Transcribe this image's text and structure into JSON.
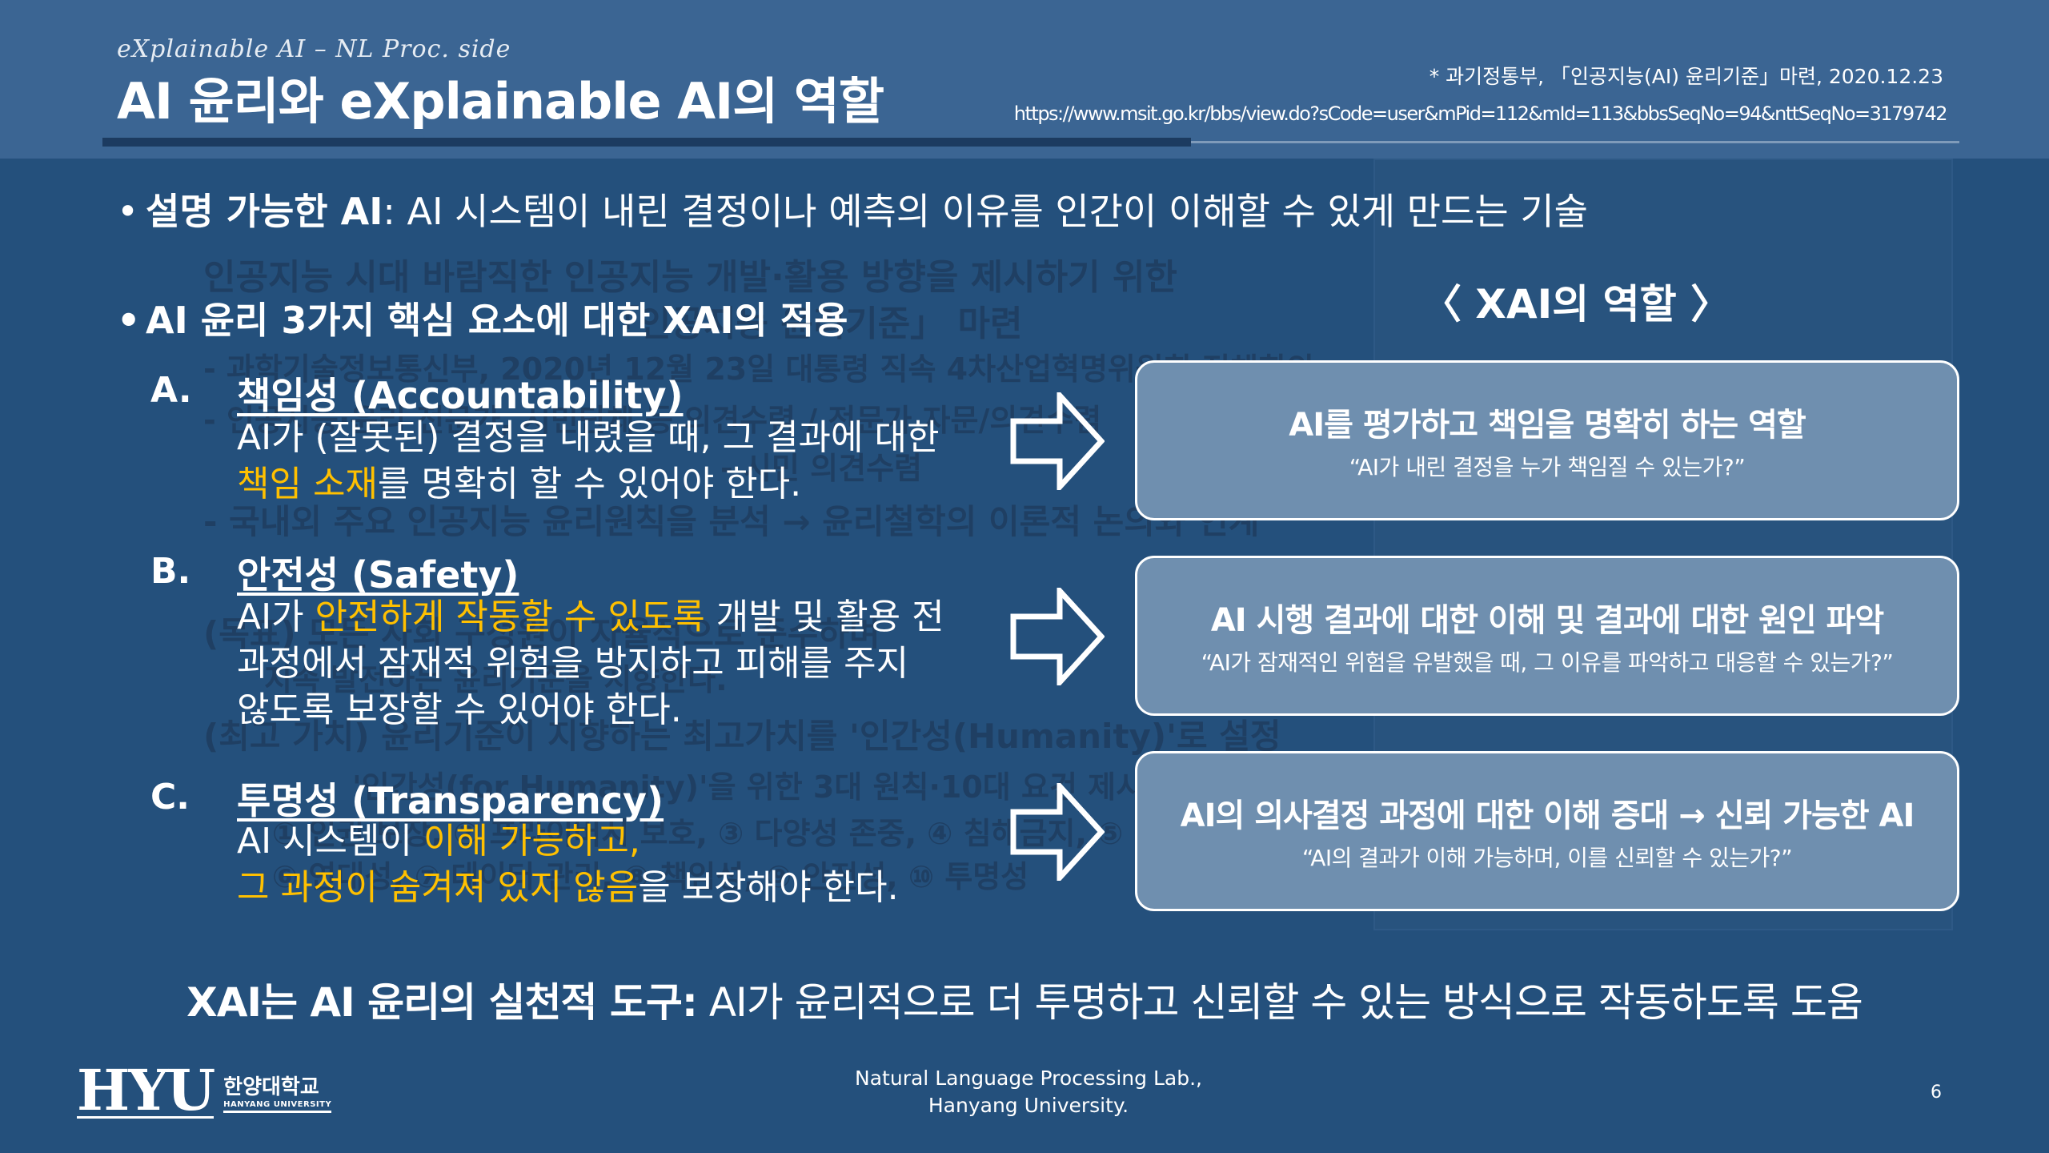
{
  "header": {
    "subtitle": "eXplainable AI – NL Proc. side",
    "title": "AI 윤리와 eXplainable AI의 역할",
    "source_note": "* 과기정통부, 「인공지능(AI) 윤리기준」마련, 2020.12.23",
    "source_url": "https://www.msit.go.kr/bbs/view.do?sCode=user&mPid=112&mId=113&bbsSeqNo=94&nttSeqNo=3179742"
  },
  "background_doc": {
    "lines": [
      "인공지능 시대 바람직한 인공지능 개발·활용 방향을 제시하기 위한",
      "「인공지능 윤리기준」 마련",
      "- 과학기술정보통신부, 2020년 12월 23일 대통령 직속 4차산업혁명위원회 전체회의",
      "- 인공지능·윤리 전문가, 시민단체 등 의견수렴 / 전문가 자문/의견수렴",
      "- 시민 의견수렴",
      "- 국내외 주요 인공지능 윤리원칙을 분석 → 윤리철학의 이론적 논의와 연계",
      "(목표) 모든 사회 구성원이 자율적으로 준수하며",
      "지속 발전하는 윤리기준을 지향한다.",
      "(최고 가치) 윤리기준이 지향하는 최고가치를 '인간성(Humanity)'로 설정",
      "'인간성(for Humanity)'을 위한 3대 원칙·10대 요건 제시:",
      "① 인권 보장, ② 프라이버시 보호, ③ 다양성 존중, ④ 침해금지, ⑤ 공공성,",
      "⑥ 연대성, ⑦ 데이터 관리, ⑧ 책임성, ⑨ 안전성, ⑩ 투명성"
    ]
  },
  "bullets": {
    "b1_bold": "설명 가능한 AI",
    "b1_rest": ": AI 시스템이 내린 결정이나 예측의 이유를 인간이 이해할 수 있게 만드는 기술",
    "b2": "AI 윤리 3가지 핵심 요소에 대한 XAI의 적용"
  },
  "items": [
    {
      "letter": "A.",
      "title": "책임성 (Accountability)",
      "line1": "AI가 (잘못된) 결정을 내렸을 때, 그 결과에 대한",
      "line2_hl": "책임 소재",
      "line2_rest": "를 명확히 할 수 있어야 한다."
    },
    {
      "letter": "B.",
      "title": "안전성 (Safety)",
      "line1_pre": "AI가 ",
      "line1_hl": "안전하게 작동할 수 있도록",
      "line1_post": " 개발 및 활용 전",
      "line2": "과정에서 잠재적 위험을 방지하고 피해를 주지",
      "line3": "않도록 보장할 수 있어야 한다."
    },
    {
      "letter": "C.",
      "title": "투명성 (Transparency)",
      "line1_pre": "AI 시스템이 ",
      "line1_hl": "이해 가능하고,",
      "line2_hl": "그 과정이 숨겨져 있지 않음",
      "line2_rest": "을 보장해야 한다."
    }
  ],
  "xai_roles": {
    "heading": "〈 XAI의 역할 〉",
    "boxes": [
      {
        "main": "AI를 평가하고 책임을 명확히 하는 역할",
        "sub": "“AI가 내린 결정을 누가 책임질 수 있는가?”"
      },
      {
        "main": "AI 시행 결과에 대한 이해 및 결과에 대한 원인 파악",
        "sub": "“AI가 잠재적인 위험을 유발했을 때, 그 이유를 파악하고 대응할 수 있는가?”"
      },
      {
        "main": "AI의 의사결정 과정에 대한 이해 증대 → 신뢰 가능한 AI",
        "sub": "“AI의 결과가 이해 가능하며, 이를 신뢰할 수 있는가?”"
      }
    ]
  },
  "summary": {
    "bold": "XAI는 AI 윤리의 실천적 도구:",
    "rest": " AI가 윤리적으로 더 투명하고 신뢰할 수 있는 방식으로 작동하도록 도움"
  },
  "footer": {
    "logo_mark": "HYU",
    "logo_ko": "한양대학교",
    "logo_en": "HANYANG UNIVERSITY",
    "lab_line1": "Natural Language Processing Lab.,",
    "lab_line2": "Hanyang University.",
    "page_number": "6"
  },
  "colors": {
    "background": "#24507c",
    "header_band": "#3b6593",
    "highlight": "#ffc000",
    "box_fill": "#6f8faf"
  }
}
